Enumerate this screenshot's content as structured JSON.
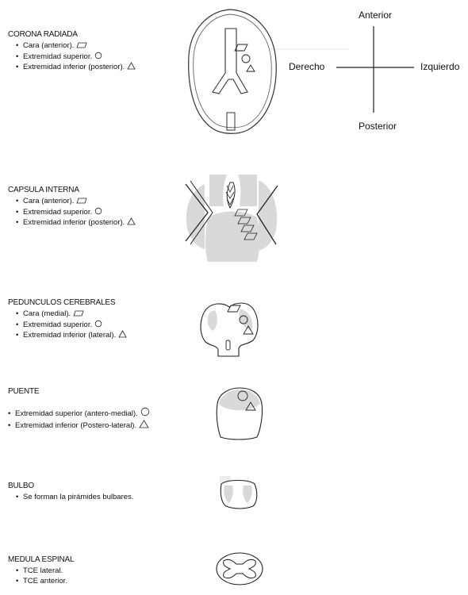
{
  "sections": [
    {
      "title": "CORONA RADIADA",
      "items": [
        {
          "text": "Cara (anterior).",
          "symbol": "parallelogram-icon"
        },
        {
          "text": "Extremidad superior.",
          "symbol": "circle-icon"
        },
        {
          "text": "Extremidad inferior (posterior).",
          "symbol": "triangle-icon"
        }
      ]
    },
    {
      "title": "CAPSULA INTERNA",
      "items": [
        {
          "text": "Cara (anterior).",
          "symbol": "parallelogram-icon"
        },
        {
          "text": "Extremidad superior.",
          "symbol": "circle-icon"
        },
        {
          "text": "Extremidad inferior (posterior).",
          "symbol": "triangle-icon"
        }
      ]
    },
    {
      "title": "PEDUNCULOS CEREBRALES",
      "items": [
        {
          "text": "Cara (medial).",
          "symbol": "parallelogram-icon"
        },
        {
          "text": "Extremidad superior.",
          "symbol": "circle-icon"
        },
        {
          "text": "Extremidad inferior (lateral).",
          "symbol": "triangle-icon"
        }
      ]
    },
    {
      "title": "PUENTE",
      "items": [
        {
          "text": "Extremidad superior (antero-medial).",
          "symbol": "circle-icon"
        },
        {
          "text": "Extremidad inferior (Postero-lateral).",
          "symbol": "triangle-icon"
        }
      ]
    },
    {
      "title": "BULBO",
      "items": [
        {
          "text": "Se forman la pirámides bulbares.",
          "symbol": ""
        }
      ]
    },
    {
      "title": "MEDULA ESPINAL",
      "items": [
        {
          "text": "TCE lateral.",
          "symbol": ""
        },
        {
          "text": "TCE anterior.",
          "symbol": ""
        }
      ]
    }
  ],
  "orientation": {
    "anterior": "Anterior",
    "posterior": "Posterior",
    "right": "Derecho",
    "left": "Izquierdo"
  },
  "colors": {
    "shade": "#d9d9d9",
    "line": "#222222"
  }
}
